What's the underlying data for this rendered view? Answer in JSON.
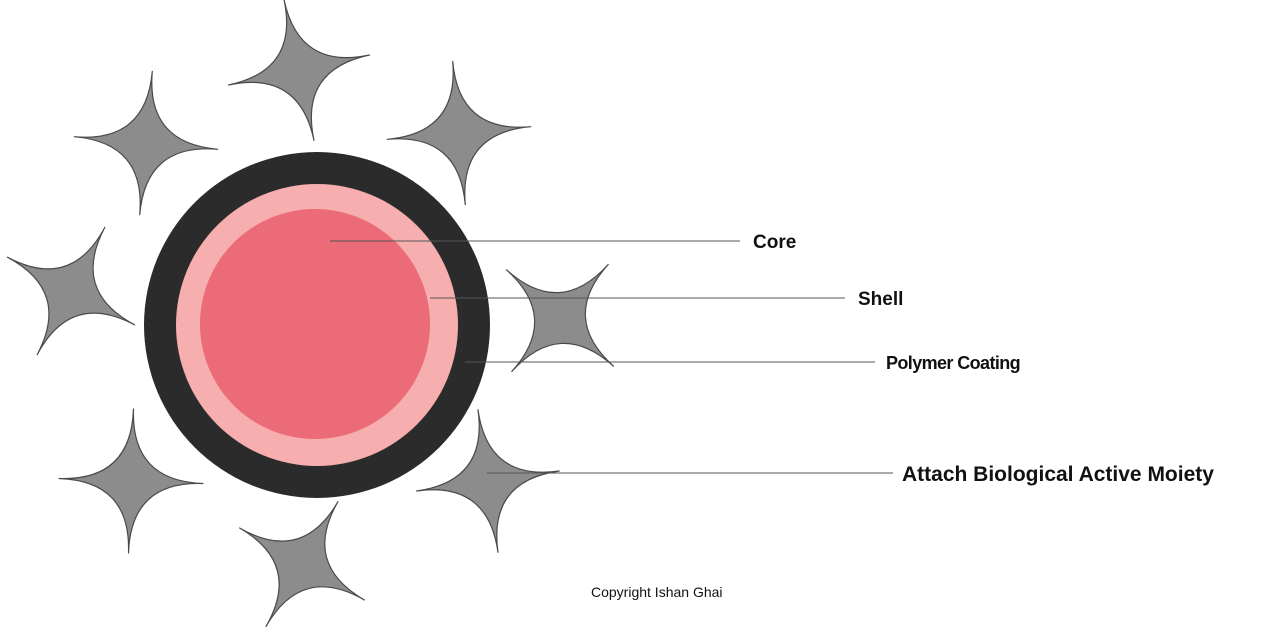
{
  "diagram": {
    "labels": {
      "core": "Core",
      "shell": "Shell",
      "polymer": "Polymer Coating",
      "attach": "Attach Biological Active Moiety"
    },
    "copyright": "Copyright Ishan Ghai"
  },
  "colors": {
    "core": "#ec6b79",
    "shell": "#f6aeae",
    "coating": "#2b2b2b",
    "moiety_fill": "#8c8c8c",
    "moiety_stroke": "#4a4a4a",
    "leader_line": "#555555",
    "text": "#111111"
  }
}
